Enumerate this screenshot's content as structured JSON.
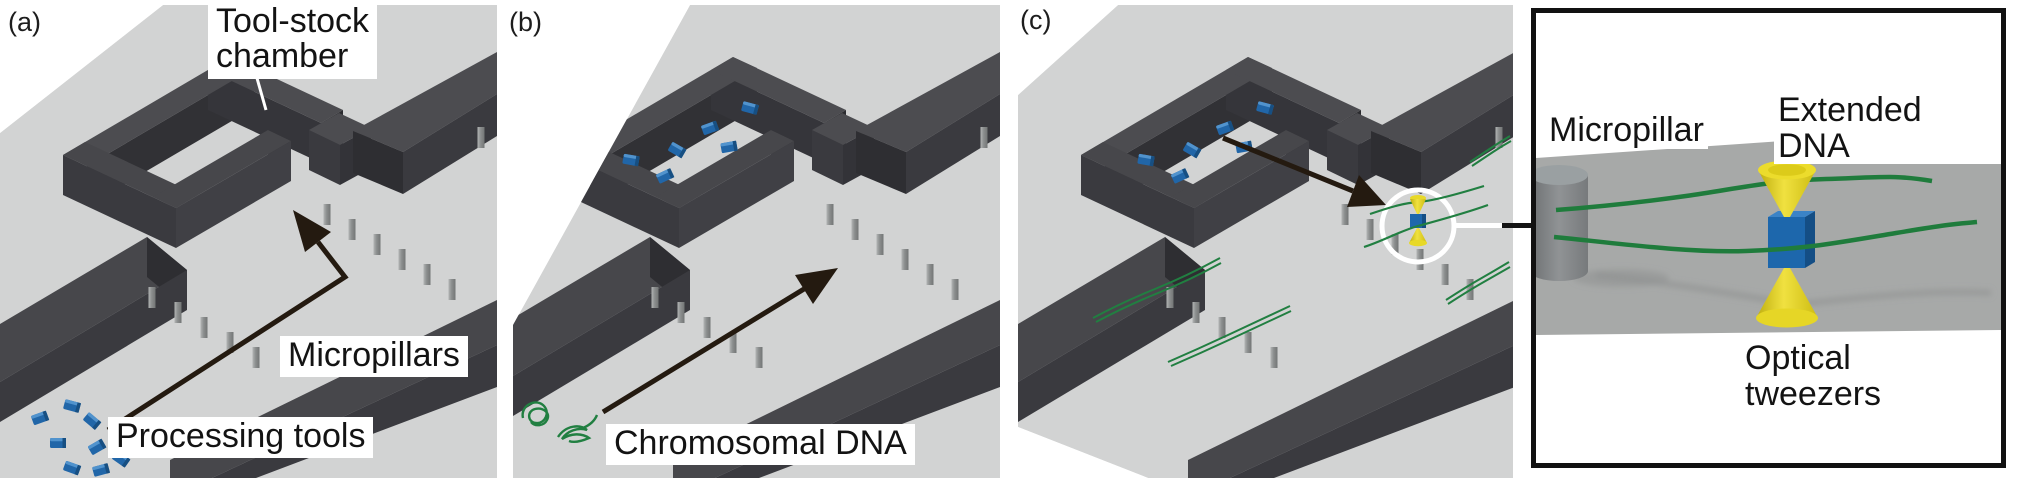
{
  "figure": {
    "panels": {
      "a": {
        "letter": "(a)",
        "chamber_label": "Tool-stock\nchamber",
        "micropillars_label": "Micropillars",
        "tools_label": "Processing tools"
      },
      "b": {
        "letter": "(b)",
        "dna_label": "Chromosomal DNA"
      },
      "c": {
        "letter": "(c)"
      }
    },
    "inset": {
      "micropillar_label": "Micropillar",
      "extended_dna_label": "Extended DNA",
      "optical_tweezers_label": "Optical\ntweezers"
    },
    "colors": {
      "panel_bg": "#d2d3d3",
      "wall_top": "#4c4c50",
      "wall_front": "#3a3a3f",
      "pillar_gray": "#8b8e8e",
      "tool_blue": "#2166a8",
      "dna_green": "#217f41",
      "arrow_dark": "#241a10",
      "tweezers_yellow": "#dfcf1e",
      "inset_surface": "#a7a9a8"
    }
  }
}
